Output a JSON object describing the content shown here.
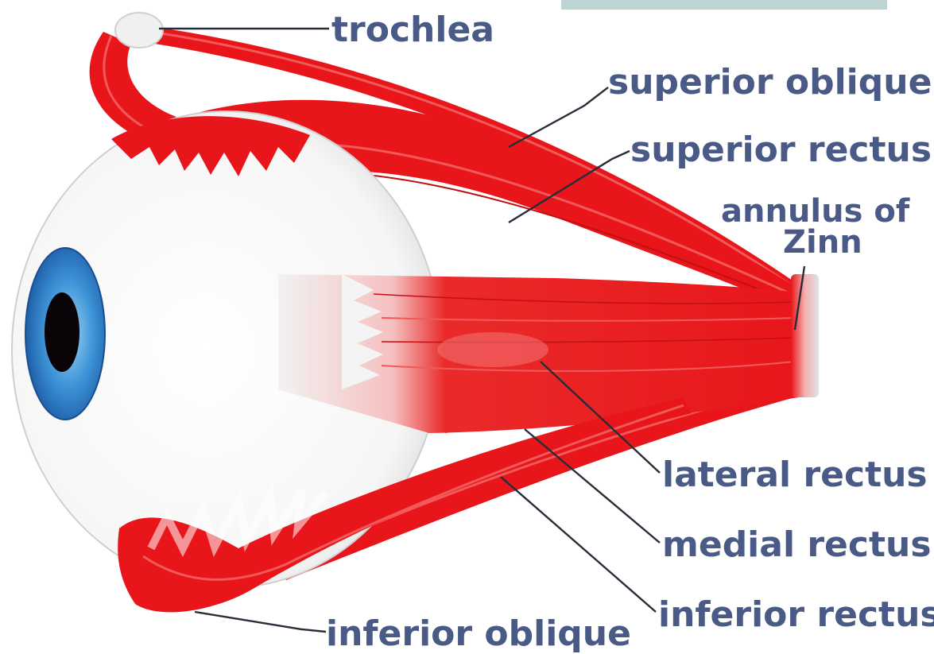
{
  "labels": {
    "trochlea": "trochlea",
    "superior_oblique": "superior oblique",
    "superior_rectus": "superior rectus",
    "annulus_line1": "annulus of",
    "annulus_line2": "Zinn",
    "lateral_rectus": "lateral rectus",
    "medial_rectus": "medial rectus",
    "inferior_rectus": "inferior rectus",
    "inferior_oblique": "inferior oblique"
  },
  "colors": {
    "muscle": "#e8161b",
    "muscle_dark": "#c10f12",
    "sclera": "#ffffff",
    "iris": "#3f95d8",
    "pupil": "#0a0408",
    "tendon": "#e6e6e6",
    "label_text": "#4a5a86",
    "leader_line": "#262c38",
    "top_bar": "#bcd4d4"
  }
}
